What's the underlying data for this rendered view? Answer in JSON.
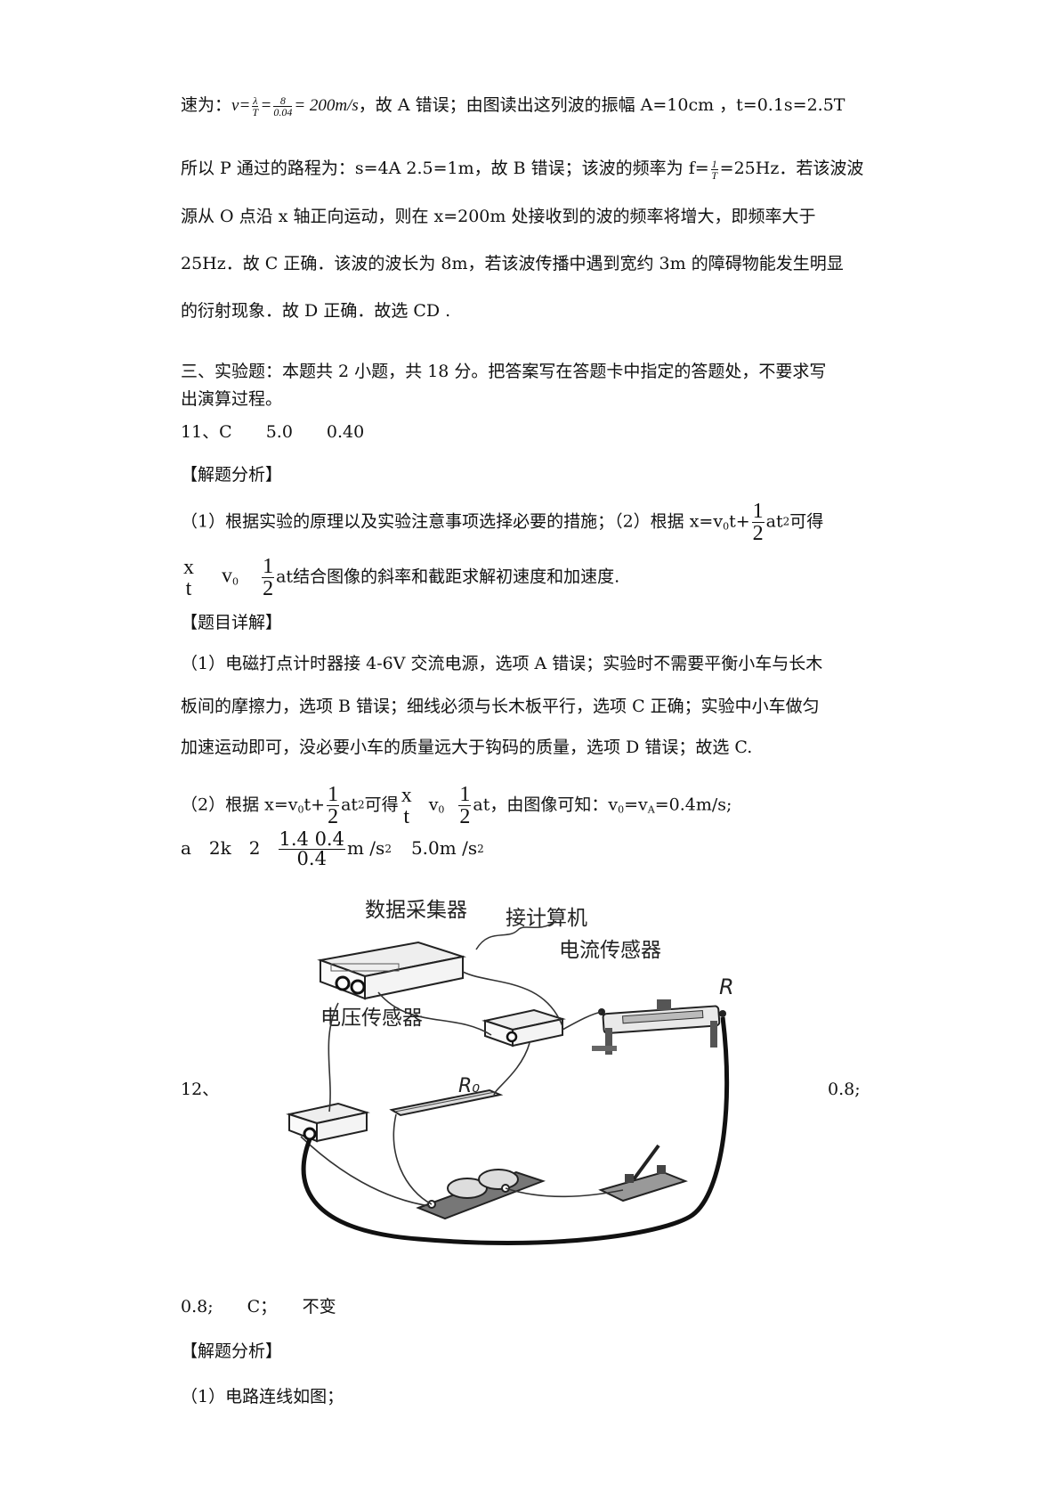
{
  "p1": {
    "line1_a": "速为：",
    "v": "v",
    "eq": "=",
    "lambda": "λ",
    "T": "T",
    "n8": "8",
    "d004": "0.04",
    "eq2": "= 200m/s",
    "line1_b": "，故 A 错误；由图读出这列波的振幅 A=10cm ，t=0.1s=2.5T",
    "line2_a": "所以 P 通过的路程为：s=4A 2.5=1m，故 B 错误；该波的频率为 f=",
    "one": "1",
    "line2_b": "=25Hz．若该波波",
    "line3": "源从 O 点沿 x 轴正向运动，则在 x=200m 处接收到的波的频率将增大，即频率大于",
    "line4": "25Hz．故 C 正确．该波的波长为 8m，若该波传播中遇到宽约 3m 的障碍物能发生明显",
    "line5": "的衍射现象．故 D 正确．故选 CD ."
  },
  "section3": {
    "line1": "三、实验题：本题共 2 小题，共 18 分。把答案写在答题卡中指定的答题处，不要求写",
    "line2": "出演算过程。"
  },
  "q11": {
    "answer": "11、C　　5.0　　0.40",
    "analysis_head": "【解题分析】",
    "analysis1_a": "（1）根据实验的原理以及实验注意事项选择必要的措施；（2）根据 x=v",
    "sub0": "0",
    "t_plus": "t+",
    "half_num": "1",
    "half_den": "2",
    "at": "at",
    "sq": "2",
    "kede": "可得",
    "x": "x",
    "t": "t",
    "v": "v",
    "analysis2_at": "at",
    "analysis2_b": "结合图像的斜率和截距求解初速度和加速度.",
    "detail_head": "【题目详解】",
    "detail1": "（1）电磁打点计时器接 4-6V 交流电源，选项 A 错误；实验时不需要平衡小车与长木",
    "detail2": "板间的摩擦力，选项 B 错误；细线必须与长木板平行，选项 C 正确；实验中小车做匀",
    "detail3": "加速运动即可，没必要小车的质量远大于钩码的质量，选项 D 错误；故选 C.",
    "detail4_a": "（2）根据 x=v",
    "detail4_b": "，由图像可知：v",
    "eq_vA": "=v",
    "subA": "A",
    "detail4_c": "=0.4m/s;",
    "a_eq": "a　2k　2",
    "num14": "1.4  0.4",
    "den04": "0.4",
    "unit": "m /s",
    "result": "5.0m /s"
  },
  "q12": {
    "label": "12、",
    "right_value": "0.8;",
    "answer": "0.8;　　C；　　不变",
    "analysis_head": "【解题分析】",
    "analysis1": "（1）电路连线如图；"
  },
  "diagram": {
    "collector": "数据采集器",
    "computer": "接计算机",
    "current_sensor": "电流传感器",
    "voltage_sensor": "电压传感器",
    "r0": "R₀",
    "r": "R"
  }
}
